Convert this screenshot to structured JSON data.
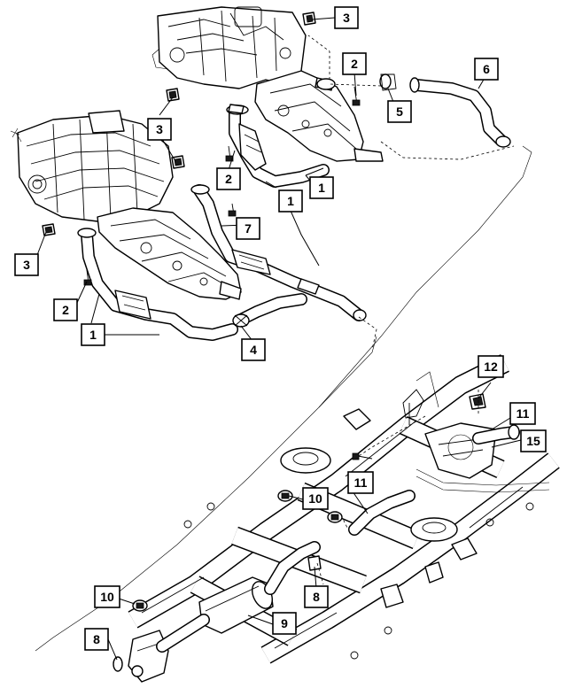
{
  "callouts": [
    {
      "id": "c3a",
      "label": "3"
    },
    {
      "id": "c2a",
      "label": "2"
    },
    {
      "id": "c5",
      "label": "5"
    },
    {
      "id": "c6",
      "label": "6"
    },
    {
      "id": "c3b",
      "label": "3"
    },
    {
      "id": "c2b",
      "label": "2"
    },
    {
      "id": "c1a",
      "label": "1"
    },
    {
      "id": "c1b",
      "label": "1"
    },
    {
      "id": "c7",
      "label": "7"
    },
    {
      "id": "c3c",
      "label": "3"
    },
    {
      "id": "c2c",
      "label": "2"
    },
    {
      "id": "c1c",
      "label": "1"
    },
    {
      "id": "c4",
      "label": "4"
    },
    {
      "id": "c12",
      "label": "12"
    },
    {
      "id": "c11a",
      "label": "11"
    },
    {
      "id": "c15",
      "label": "15"
    },
    {
      "id": "c11b",
      "label": "11"
    },
    {
      "id": "c10a",
      "label": "10"
    },
    {
      "id": "c8a",
      "label": "8"
    },
    {
      "id": "c10b",
      "label": "10"
    },
    {
      "id": "c9",
      "label": "9"
    },
    {
      "id": "c8b",
      "label": "8"
    }
  ]
}
